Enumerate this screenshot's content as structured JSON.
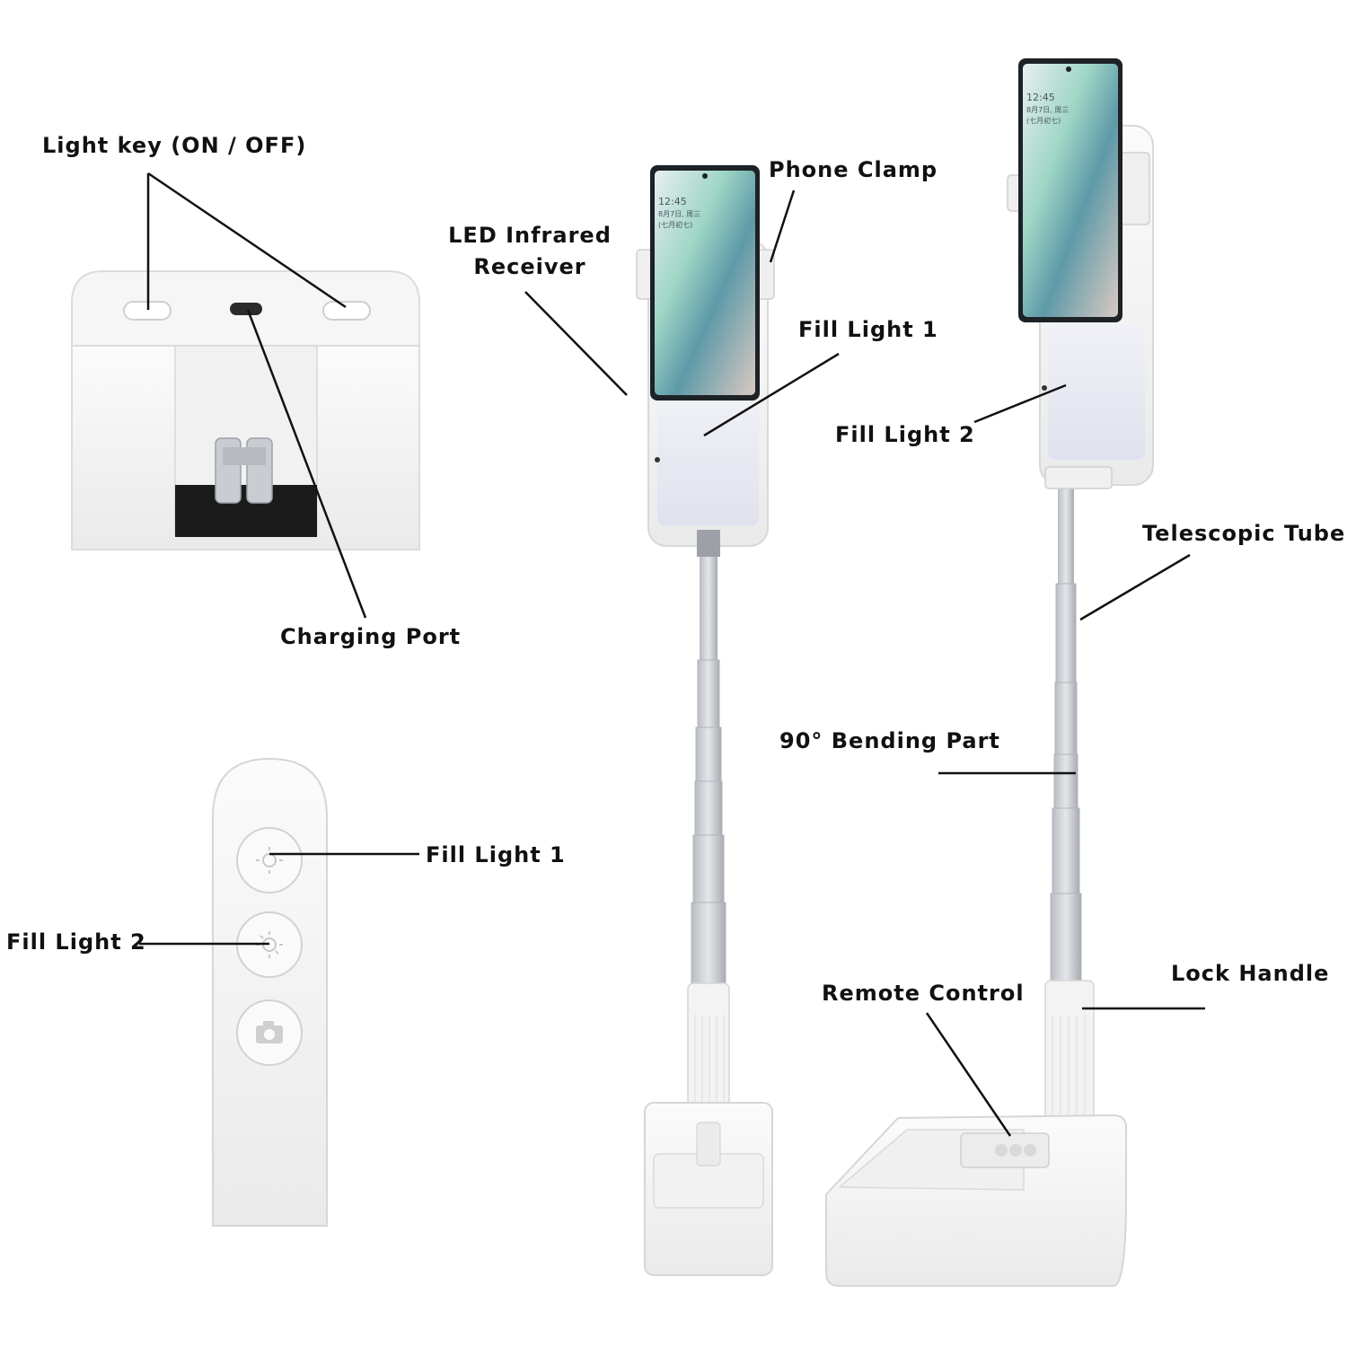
{
  "colors": {
    "device_body": "#f7f7f7",
    "device_edge": "#d2d2d2",
    "fill_light_panel": "#e9ecf6",
    "tube": "#c9ccd1",
    "tube_dark": "#a9adb3",
    "screen_dark": "#1d2226",
    "screen_glow": "#8fd0b4",
    "leader_line": "#111111",
    "label_text": "#111111"
  },
  "icons": {
    "fill_light_1_button": "sun-icon",
    "fill_light_2_button": "sun-icon",
    "shutter_button": "camera-icon"
  },
  "phone_screen": {
    "time": "12:45",
    "date": "8月7日, 周三",
    "lunar_date": "(七月初七)"
  },
  "labels": {
    "light_key": "Light key (ON / OFF)",
    "charging_port": "Charging Port",
    "led_infrared_receiver_line1": "LED Infrared",
    "led_infrared_receiver_line2": "Receiver",
    "phone_clamp": "Phone Clamp",
    "fill_light_1_stand": "Fill Light 1",
    "fill_light_2_stand": "Fill Light 2",
    "telescopic_tube": "Telescopic Tube",
    "bending_part": "90° Bending Part",
    "lock_handle": "Lock Handle",
    "remote_control": "Remote Control",
    "fill_light_1_remote": "Fill Light 1",
    "fill_light_2_remote": "Fill Light 2"
  }
}
